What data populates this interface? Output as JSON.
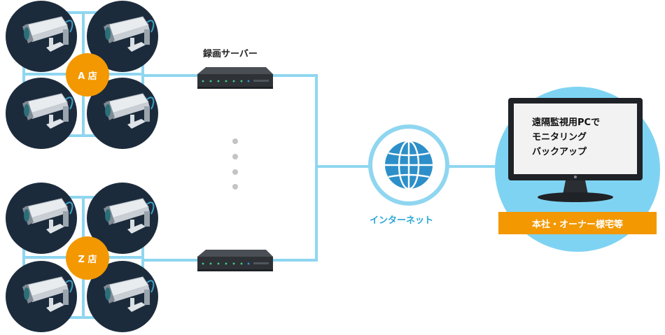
{
  "server": {
    "label": "録画サーバー"
  },
  "stores": [
    {
      "label": "A 店"
    },
    {
      "label": "Z 店"
    }
  ],
  "internet": {
    "label": "インターネット"
  },
  "monitor": {
    "lines": [
      "遠隔監視用PCで",
      "モニタリング",
      "バックアップ"
    ]
  },
  "headquarters": {
    "label": "本社・オーナー様宅等"
  },
  "colors": {
    "line": "#8fd6f0",
    "camera_circle": "#1c2b3c",
    "store_badge": "#f39800",
    "globe": "#2d8fc9",
    "monitor_bg_circle": "#7fd3f2",
    "hq_label": "#f39800"
  },
  "icons": [
    "security-camera-icon",
    "recorder-server-icon",
    "globe-icon",
    "monitor-icon"
  ]
}
